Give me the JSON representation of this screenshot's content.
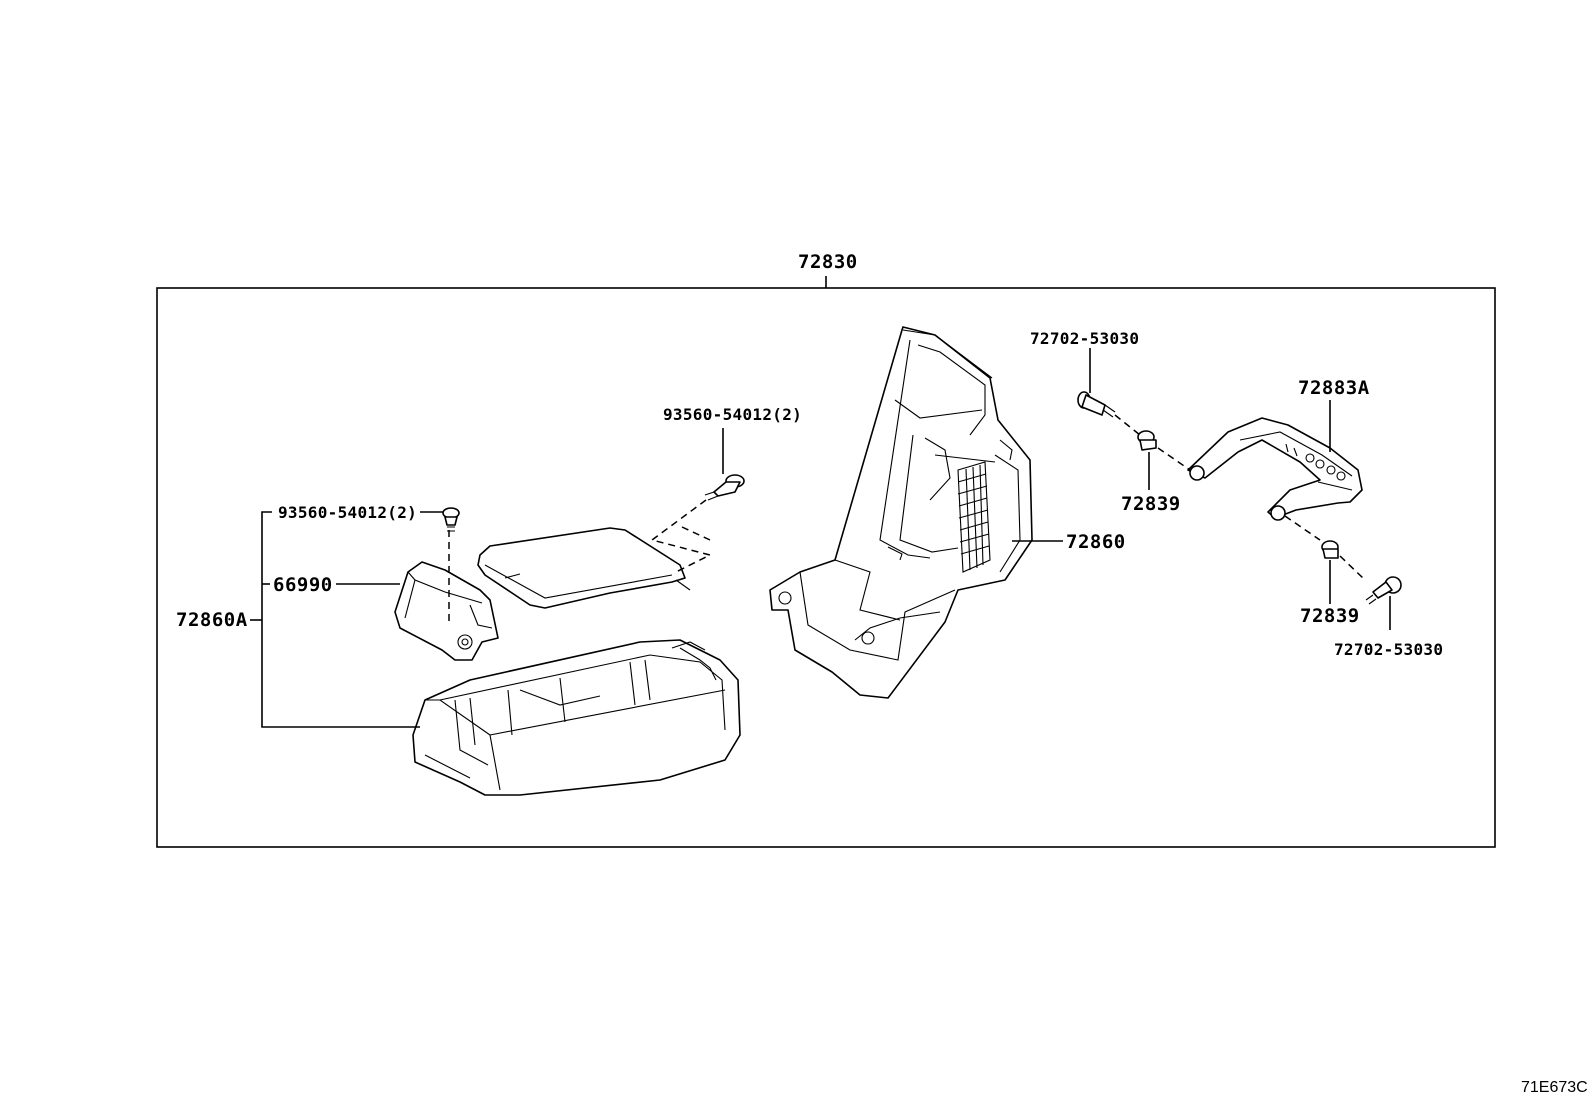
{
  "diagram": {
    "assembly_label": "72830",
    "labels": {
      "bolt_top_right": "72702-53030",
      "bracket": "72883A",
      "collar_upper": "72839",
      "back_frame": "72860",
      "collar_lower": "72839",
      "bolt_bottom_right": "72702-53030",
      "screw_lid": "93560-54012(2)",
      "screw_hinge": "93560-54012(2)",
      "hinge": "66990",
      "console_assembly": "72860A"
    },
    "drawing_code": "71E673C"
  }
}
